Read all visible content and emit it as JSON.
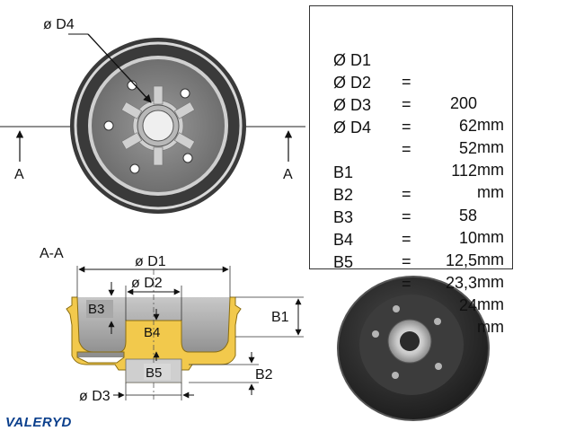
{
  "front_view": {
    "diameter_label": "ø D4",
    "section_mark_left": "A",
    "section_mark_right": "A"
  },
  "section_view": {
    "title": "A-A",
    "labels": {
      "d1": "ø D1",
      "d2": "ø D2",
      "d3": "ø D3",
      "b1": "B1",
      "b2": "B2",
      "b3": "B3",
      "b4": "B4",
      "b5": "B5"
    }
  },
  "specs": [
    {
      "key": "Ø D1",
      "eq": "=",
      "value": "200",
      "unit": "mm"
    },
    {
      "key": "Ø D2",
      "eq": "=",
      "value": "62",
      "unit": "mm"
    },
    {
      "key": "Ø D3",
      "eq": "=",
      "value": "52",
      "unit": "mm"
    },
    {
      "key": "Ø D4",
      "eq": "=",
      "value": "112",
      "unit": "mm"
    },
    {
      "key": "B1",
      "eq": "=",
      "value": "58",
      "unit": "mm"
    },
    {
      "key": "B2",
      "eq": "=",
      "value": "10",
      "unit": "mm"
    },
    {
      "key": "B3",
      "eq": "=",
      "value": "12,5",
      "unit": "mm"
    },
    {
      "key": "B4",
      "eq": "=",
      "value": "23,3",
      "unit": "mm"
    },
    {
      "key": "B5",
      "eq": "=",
      "value": "24",
      "unit": "mm"
    }
  ],
  "brand": "VALERYD",
  "colors": {
    "drum_dark": "#3a3a3a",
    "drum_ring": "#d8d8d8",
    "section_fill": "#f2c94c",
    "section_gray": "#a8a8a8"
  }
}
